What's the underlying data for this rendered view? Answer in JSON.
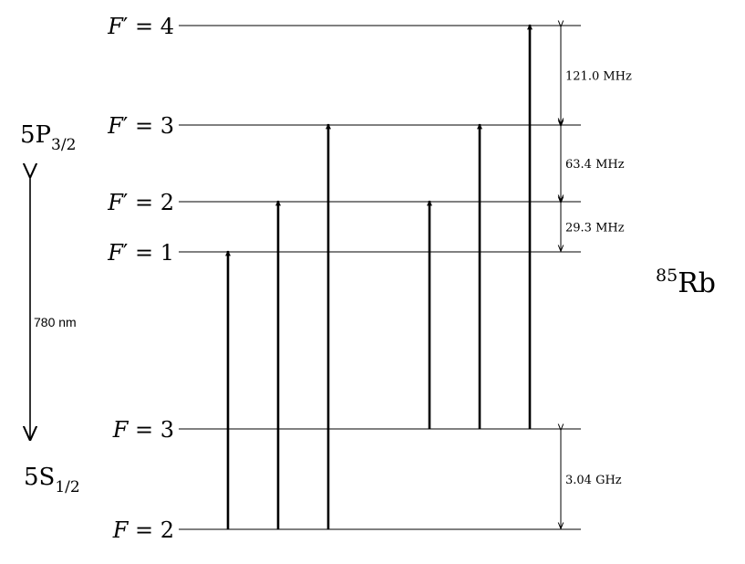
{
  "species": {
    "mass_number": "85",
    "element": "Rb"
  },
  "excited_state": {
    "base": "5P",
    "sub": "3/2"
  },
  "ground_state": {
    "base": "5S",
    "sub": "1/2"
  },
  "transition": {
    "wavelength_label": "780 nm"
  },
  "levels": [
    {
      "id": "Fp4",
      "var": "F",
      "prime": true,
      "value": "4"
    },
    {
      "id": "Fp3",
      "var": "F",
      "prime": true,
      "value": "3"
    },
    {
      "id": "Fp2",
      "var": "F",
      "prime": true,
      "value": "2"
    },
    {
      "id": "Fp1",
      "var": "F",
      "prime": true,
      "value": "1"
    },
    {
      "id": "F3",
      "var": "F",
      "prime": false,
      "value": "3"
    },
    {
      "id": "F2",
      "var": "F",
      "prime": false,
      "value": "2"
    }
  ],
  "splittings": [
    {
      "between": [
        "Fp4",
        "Fp3"
      ],
      "label": "121.0 MHz"
    },
    {
      "between": [
        "Fp3",
        "Fp2"
      ],
      "label": "63.4 MHz"
    },
    {
      "between": [
        "Fp2",
        "Fp1"
      ],
      "label": "29.3 MHz"
    },
    {
      "between": [
        "F3",
        "F2"
      ],
      "label": "3.04 GHz"
    }
  ],
  "transitions": [
    {
      "from": "F2",
      "to": "Fp1"
    },
    {
      "from": "F2",
      "to": "Fp2"
    },
    {
      "from": "F2",
      "to": "Fp3"
    },
    {
      "from": "F3",
      "to": "Fp2"
    },
    {
      "from": "F3",
      "to": "Fp3"
    },
    {
      "from": "F3",
      "to": "Fp4"
    }
  ]
}
